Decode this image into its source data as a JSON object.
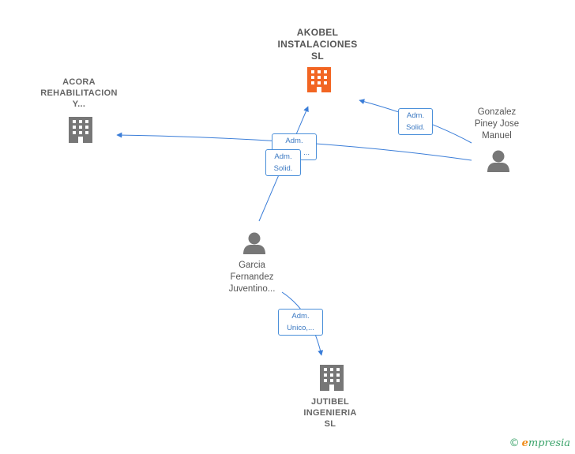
{
  "nodes": {
    "akobel": {
      "label": "AKOBEL INSTALACIONES SL",
      "line1": "AKOBEL",
      "line2": "INSTALACIONES",
      "line3": "SL",
      "type": "company",
      "highlight": true,
      "icon": "building-icon"
    },
    "acora": {
      "label": "ACORA REHABILITACION Y...",
      "line1": "ACORA",
      "line2": "REHABILITACION",
      "line3": "Y...",
      "type": "company",
      "icon": "building-icon"
    },
    "gonzalez": {
      "label": "Gonzalez Piney Jose Manuel",
      "line1": "Gonzalez",
      "line2": "Piney Jose",
      "line3": "Manuel",
      "type": "person",
      "icon": "person-icon"
    },
    "garcia": {
      "label": "Garcia Fernandez Juventino...",
      "line1": "Garcia",
      "line2": "Fernandez",
      "line3": "Juventino...",
      "type": "person",
      "icon": "person-icon"
    },
    "jutibel": {
      "label": "JUTIBEL INGENIERIA SL",
      "line1": "JUTIBEL",
      "line2": "INGENIERIA",
      "line3": "SL",
      "type": "company",
      "icon": "building-icon"
    }
  },
  "edges": [
    {
      "from": "gonzalez",
      "to": "akobel",
      "line1": "Adm.",
      "line2": "Solid."
    },
    {
      "from": "gonzalez",
      "to": "acora",
      "line1": "Adm.",
      "line2": "..."
    },
    {
      "from": "garcia",
      "to": "akobel",
      "line1": "Adm.",
      "line2": "Solid."
    },
    {
      "from": "garcia",
      "to": "jutibel",
      "line1": "Adm.",
      "line2": "Unico,..."
    }
  ],
  "colors": {
    "edge": "#3a7dd8",
    "company_icon": "#777777",
    "highlight_icon": "#f26522",
    "person_icon": "#777777"
  },
  "brand": {
    "copyright": "©",
    "initial": "e",
    "name": "mpresia"
  }
}
